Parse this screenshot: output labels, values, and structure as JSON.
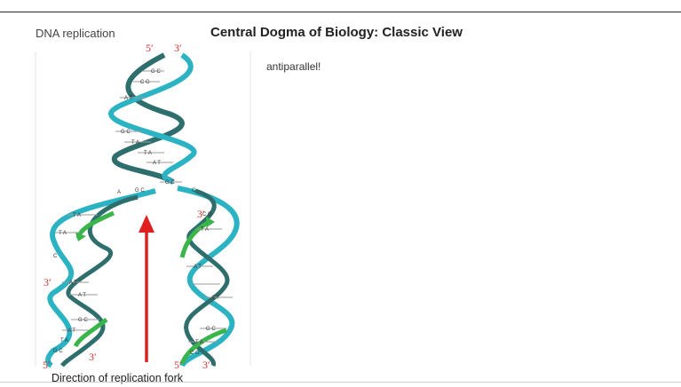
{
  "slide": {
    "label": "DNA replication",
    "title": "Central Dogma of Biology: Classic View",
    "note": "antiparallel!"
  },
  "diagram": {
    "caption": "Direction of replication fork",
    "strand_ends": {
      "top_left": "5′",
      "top_right": "3′",
      "mid_left": "3′",
      "mid_right": "3′",
      "bottom_left_5": "5′",
      "bottom_left_3": "3′",
      "bottom_right_5": "5′",
      "bottom_right_3": "3′"
    },
    "base_pairs": [
      "G C",
      "C G",
      "A T",
      "G C",
      "T A",
      "T A",
      "A T",
      "G C",
      "A",
      "G C",
      "C",
      "T A",
      "T A",
      "C",
      "A T",
      "A T",
      "G C",
      "A T",
      "T A",
      "G C",
      "C G",
      "T A",
      "A T",
      "A T",
      "G C",
      "T A",
      "C G"
    ],
    "colors": {
      "strand_teal": "#2bb3c4",
      "strand_dark": "#2e6f6e",
      "new_strand": "#39b54a",
      "arrow_red": "#e02020",
      "end_label": "#d03030"
    }
  }
}
